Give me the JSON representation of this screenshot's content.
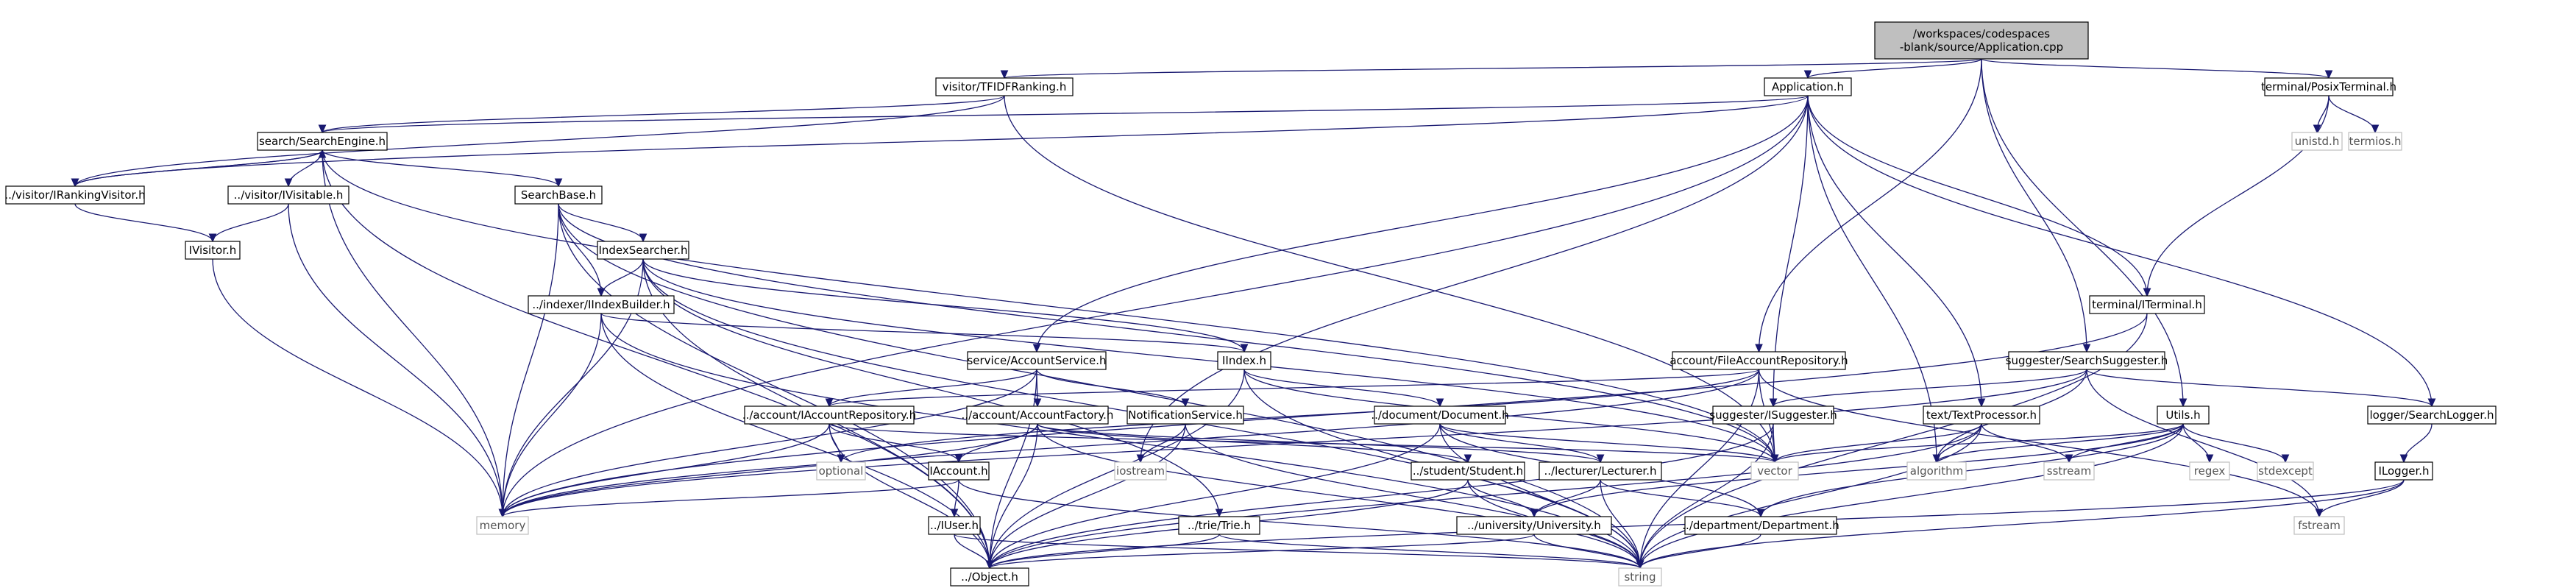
{
  "nodes": [
    {
      "id": "root",
      "lines": [
        "/workspaces/codespaces",
        "-blank/source/Application.cpp"
      ],
      "kind": "root"
    },
    {
      "id": "tfidf",
      "lines": [
        "visitor/TFIDFRanking.h"
      ],
      "kind": "local"
    },
    {
      "id": "app",
      "lines": [
        "Application.h"
      ],
      "kind": "local"
    },
    {
      "id": "posix",
      "lines": [
        "terminal/PosixTerminal.h"
      ],
      "kind": "local"
    },
    {
      "id": "searchengine",
      "lines": [
        "search/SearchEngine.h"
      ],
      "kind": "local"
    },
    {
      "id": "unistd",
      "lines": [
        "unistd.h"
      ],
      "kind": "system"
    },
    {
      "id": "termios",
      "lines": [
        "termios.h"
      ],
      "kind": "system"
    },
    {
      "id": "irankv",
      "lines": [
        "../visitor/IRankingVisitor.h"
      ],
      "kind": "local"
    },
    {
      "id": "ivisitable",
      "lines": [
        "../visitor/IVisitable.h"
      ],
      "kind": "local"
    },
    {
      "id": "searchbase",
      "lines": [
        "SearchBase.h"
      ],
      "kind": "local"
    },
    {
      "id": "ivisitor",
      "lines": [
        "IVisitor.h"
      ],
      "kind": "local"
    },
    {
      "id": "indexsearcher",
      "lines": [
        "IndexSearcher.h"
      ],
      "kind": "local"
    },
    {
      "id": "iindexbuilder",
      "lines": [
        "../indexer/IIndexBuilder.h"
      ],
      "kind": "local"
    },
    {
      "id": "iterminal",
      "lines": [
        "terminal/ITerminal.h"
      ],
      "kind": "local"
    },
    {
      "id": "accountservice",
      "lines": [
        "service/AccountService.h"
      ],
      "kind": "local"
    },
    {
      "id": "iindex",
      "lines": [
        "IIndex.h"
      ],
      "kind": "local"
    },
    {
      "id": "fileaccountrepo",
      "lines": [
        "account/FileAccountRepository.h"
      ],
      "kind": "local"
    },
    {
      "id": "searchsuggester",
      "lines": [
        "suggester/SearchSuggester.h"
      ],
      "kind": "local"
    },
    {
      "id": "iaccountrepo",
      "lines": [
        "../account/IAccountRepository.h"
      ],
      "kind": "local"
    },
    {
      "id": "accountfactory",
      "lines": [
        "../account/AccountFactory.h"
      ],
      "kind": "local"
    },
    {
      "id": "notifservice",
      "lines": [
        "NotificationService.h"
      ],
      "kind": "local"
    },
    {
      "id": "document",
      "lines": [
        "../document/Document.h"
      ],
      "kind": "local"
    },
    {
      "id": "isuggester",
      "lines": [
        "suggester/ISuggester.h"
      ],
      "kind": "local"
    },
    {
      "id": "textprocessor",
      "lines": [
        "text/TextProcessor.h"
      ],
      "kind": "local"
    },
    {
      "id": "utils",
      "lines": [
        "Utils.h"
      ],
      "kind": "local"
    },
    {
      "id": "searchlogger",
      "lines": [
        "logger/SearchLogger.h"
      ],
      "kind": "local"
    },
    {
      "id": "optional",
      "lines": [
        "optional"
      ],
      "kind": "system"
    },
    {
      "id": "iaccount",
      "lines": [
        "IAccount.h"
      ],
      "kind": "local"
    },
    {
      "id": "iostream",
      "lines": [
        "iostream"
      ],
      "kind": "system"
    },
    {
      "id": "student",
      "lines": [
        "../student/Student.h"
      ],
      "kind": "local"
    },
    {
      "id": "lecturer",
      "lines": [
        "../lecturer/Lecturer.h"
      ],
      "kind": "local"
    },
    {
      "id": "vector",
      "lines": [
        "vector"
      ],
      "kind": "system"
    },
    {
      "id": "algorithm",
      "lines": [
        "algorithm"
      ],
      "kind": "system"
    },
    {
      "id": "sstream",
      "lines": [
        "sstream"
      ],
      "kind": "system"
    },
    {
      "id": "regex",
      "lines": [
        "regex"
      ],
      "kind": "system"
    },
    {
      "id": "stdexcept",
      "lines": [
        "stdexcept"
      ],
      "kind": "system"
    },
    {
      "id": "ilogger",
      "lines": [
        "ILogger.h"
      ],
      "kind": "local"
    },
    {
      "id": "memory",
      "lines": [
        "memory"
      ],
      "kind": "system"
    },
    {
      "id": "iuser",
      "lines": [
        "../IUser.h"
      ],
      "kind": "local"
    },
    {
      "id": "trie",
      "lines": [
        "../trie/Trie.h"
      ],
      "kind": "local"
    },
    {
      "id": "university",
      "lines": [
        "../university/University.h"
      ],
      "kind": "local"
    },
    {
      "id": "department",
      "lines": [
        "../department/Department.h"
      ],
      "kind": "local"
    },
    {
      "id": "fstream",
      "lines": [
        "fstream"
      ],
      "kind": "system"
    },
    {
      "id": "object",
      "lines": [
        "../Object.h"
      ],
      "kind": "local"
    },
    {
      "id": "string",
      "lines": [
        "string"
      ],
      "kind": "system"
    }
  ],
  "edges": [
    [
      "root",
      "tfidf"
    ],
    [
      "root",
      "app"
    ],
    [
      "root",
      "posix"
    ],
    [
      "root",
      "fileaccountrepo"
    ],
    [
      "root",
      "searchsuggester"
    ],
    [
      "root",
      "utils"
    ],
    [
      "tfidf",
      "searchengine"
    ],
    [
      "tfidf",
      "irankv"
    ],
    [
      "tfidf",
      "vector"
    ],
    [
      "app",
      "searchengine"
    ],
    [
      "app",
      "irankv"
    ],
    [
      "app",
      "iterminal"
    ],
    [
      "app",
      "accountservice"
    ],
    [
      "app",
      "textprocessor"
    ],
    [
      "app",
      "isuggester"
    ],
    [
      "app",
      "searchlogger"
    ],
    [
      "app",
      "memory"
    ],
    [
      "app",
      "iostream"
    ],
    [
      "app",
      "algorithm"
    ],
    [
      "posix",
      "iterminal"
    ],
    [
      "posix",
      "unistd"
    ],
    [
      "posix",
      "termios"
    ],
    [
      "searchengine",
      "irankv"
    ],
    [
      "searchengine",
      "ivisitable"
    ],
    [
      "searchengine",
      "searchbase"
    ],
    [
      "searchengine",
      "memory"
    ],
    [
      "searchengine",
      "vector"
    ],
    [
      "searchengine",
      "object"
    ],
    [
      "irankv",
      "searchengine"
    ],
    [
      "irankv",
      "ivisitor"
    ],
    [
      "ivisitable",
      "ivisitor"
    ],
    [
      "ivisitable",
      "memory"
    ],
    [
      "ivisitor",
      "memory"
    ],
    [
      "searchbase",
      "indexsearcher"
    ],
    [
      "searchbase",
      "iindexbuilder"
    ],
    [
      "searchbase",
      "memory"
    ],
    [
      "searchbase",
      "vector"
    ],
    [
      "searchbase",
      "string"
    ],
    [
      "searchbase",
      "object"
    ],
    [
      "indexsearcher",
      "iindexbuilder"
    ],
    [
      "indexsearcher",
      "iindex"
    ],
    [
      "indexsearcher",
      "memory"
    ],
    [
      "indexsearcher",
      "vector"
    ],
    [
      "indexsearcher",
      "string"
    ],
    [
      "indexsearcher",
      "object"
    ],
    [
      "indexsearcher",
      "trie"
    ],
    [
      "iindexbuilder",
      "iindex"
    ],
    [
      "iindexbuilder",
      "memory"
    ],
    [
      "iindexbuilder",
      "string"
    ],
    [
      "iindexbuilder",
      "object"
    ],
    [
      "iterminal",
      "string"
    ],
    [
      "iterminal",
      "memory"
    ],
    [
      "accountservice",
      "iaccountrepo"
    ],
    [
      "accountservice",
      "accountfactory"
    ],
    [
      "accountservice",
      "notifservice"
    ],
    [
      "accountservice",
      "memory"
    ],
    [
      "accountservice",
      "object"
    ],
    [
      "iindex",
      "document"
    ],
    [
      "iindex",
      "vector"
    ],
    [
      "iindex",
      "string"
    ],
    [
      "iindex",
      "object"
    ],
    [
      "fileaccountrepo",
      "iaccountrepo"
    ],
    [
      "fileaccountrepo",
      "fstream"
    ],
    [
      "fileaccountrepo",
      "string"
    ],
    [
      "fileaccountrepo",
      "vector"
    ],
    [
      "fileaccountrepo",
      "optional"
    ],
    [
      "fileaccountrepo",
      "memory"
    ],
    [
      "searchsuggester",
      "isuggester"
    ],
    [
      "searchsuggester",
      "algorithm"
    ],
    [
      "searchsuggester",
      "fstream"
    ],
    [
      "searchsuggester",
      "searchlogger"
    ],
    [
      "searchsuggester",
      "memory"
    ],
    [
      "iaccountrepo",
      "iaccount"
    ],
    [
      "iaccountrepo",
      "optional"
    ],
    [
      "iaccountrepo",
      "vector"
    ],
    [
      "iaccountrepo",
      "memory"
    ],
    [
      "iaccountrepo",
      "object"
    ],
    [
      "accountfactory",
      "iaccount"
    ],
    [
      "accountfactory",
      "student"
    ],
    [
      "accountfactory",
      "lecturer"
    ],
    [
      "accountfactory",
      "memory"
    ],
    [
      "accountfactory",
      "string"
    ],
    [
      "accountfactory",
      "object"
    ],
    [
      "notifservice",
      "iostream"
    ],
    [
      "notifservice",
      "string"
    ],
    [
      "notifservice",
      "object"
    ],
    [
      "document",
      "string"
    ],
    [
      "document",
      "vector"
    ],
    [
      "document",
      "object"
    ],
    [
      "document",
      "lecturer"
    ],
    [
      "document",
      "department"
    ],
    [
      "isuggester",
      "vector"
    ],
    [
      "isuggester",
      "string"
    ],
    [
      "isuggester",
      "object"
    ],
    [
      "textprocessor",
      "vector"
    ],
    [
      "textprocessor",
      "string"
    ],
    [
      "textprocessor",
      "sstream"
    ],
    [
      "textprocessor",
      "algorithm"
    ],
    [
      "textprocessor",
      "object"
    ],
    [
      "utils",
      "vector"
    ],
    [
      "utils",
      "string"
    ],
    [
      "utils",
      "algorithm"
    ],
    [
      "utils",
      "sstream"
    ],
    [
      "utils",
      "regex"
    ],
    [
      "utils",
      "stdexcept"
    ],
    [
      "utils",
      "department"
    ],
    [
      "utils",
      "university"
    ],
    [
      "searchlogger",
      "ilogger"
    ],
    [
      "ilogger",
      "string"
    ],
    [
      "ilogger",
      "fstream"
    ],
    [
      "ilogger",
      "object"
    ],
    [
      "iaccount",
      "memory"
    ],
    [
      "iaccount",
      "iuser"
    ],
    [
      "iaccount",
      "string"
    ],
    [
      "iuser",
      "object"
    ],
    [
      "iuser",
      "string"
    ],
    [
      "student",
      "university"
    ],
    [
      "student",
      "string"
    ],
    [
      "student",
      "object"
    ],
    [
      "lecturer",
      "university"
    ],
    [
      "lecturer",
      "department"
    ],
    [
      "lecturer",
      "string"
    ],
    [
      "trie",
      "object"
    ],
    [
      "trie",
      "string"
    ],
    [
      "university",
      "object"
    ],
    [
      "university",
      "string"
    ],
    [
      "department",
      "string"
    ]
  ]
}
